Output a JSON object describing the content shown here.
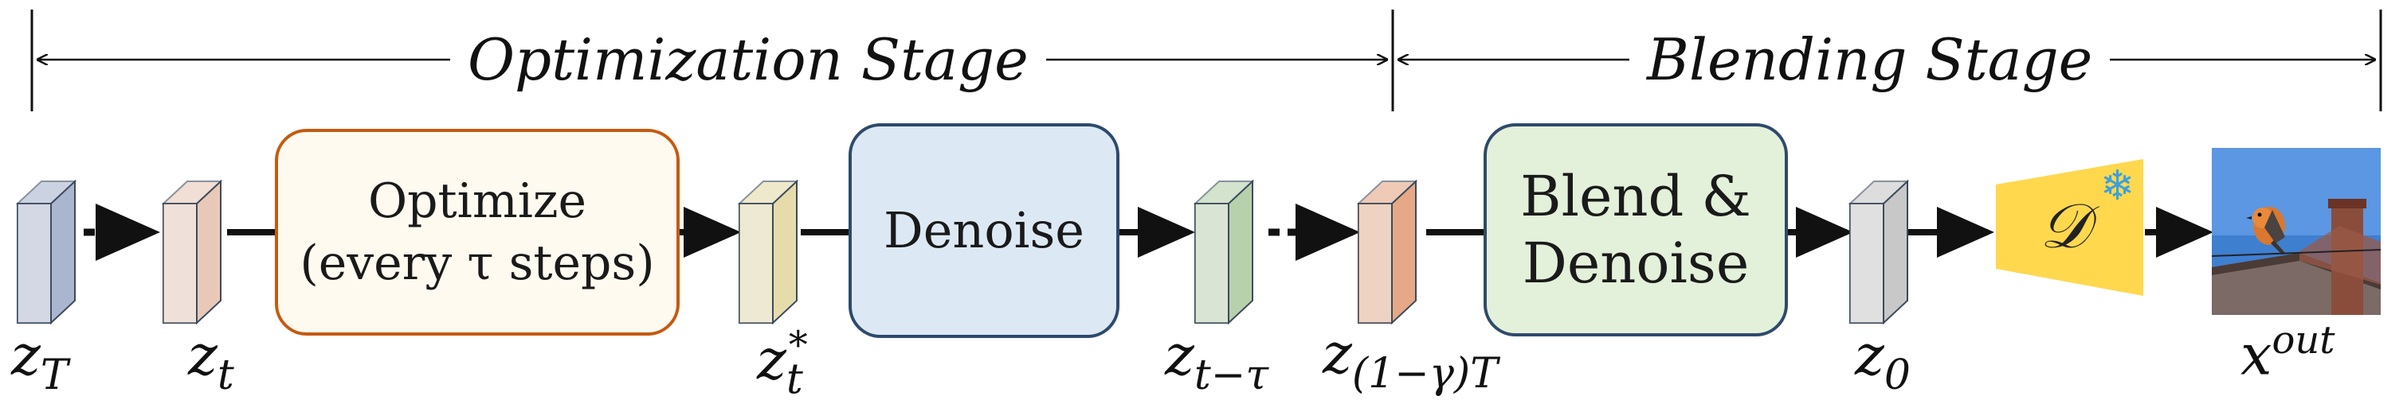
{
  "stages": {
    "optimization": "Optimization Stage",
    "blending": "Blending Stage"
  },
  "boxes": {
    "optimize": {
      "line1": "Optimize",
      "line2": "(every τ steps)"
    },
    "denoise": {
      "line1": "Denoise"
    },
    "blend_denoise": {
      "line1": "Blend &",
      "line2": "Denoise"
    }
  },
  "latents": {
    "z_T": {
      "base": "z",
      "sub": "T"
    },
    "z_t": {
      "base": "z",
      "sub": "t"
    },
    "z_t_star": {
      "base": "z",
      "sub": "t",
      "sup": "*"
    },
    "z_t_tau": {
      "base": "z",
      "sub": "t−τ"
    },
    "z_gamma": {
      "base": "z",
      "sub": "(1−γ)T"
    },
    "z_0": {
      "base": "z",
      "sub": "0"
    },
    "x_out": {
      "base": "x",
      "sup": "out"
    }
  },
  "decoder": {
    "symbol": "𝒟",
    "frozen_icon": "snowflake-icon"
  },
  "output_image": {
    "icon": "bird-photo-icon"
  },
  "colors": {
    "optimize_fill": "#fefaf0",
    "optimize_border": "#c55a11",
    "denoise_fill": "#dce9f5",
    "denoise_border": "#2e4a6b",
    "blend_fill": "#e3f0da",
    "blend_border": "#2e4a6b",
    "decoder": "#ffd84d",
    "latent_zT": "#aab6d0",
    "latent_zt": "#e8c9b8",
    "latent_zstar": "#e6dcab",
    "latent_ztau": "#b7d1ad",
    "latent_zgamma": "#e6a886",
    "latent_z0": "#c8c8c8"
  }
}
